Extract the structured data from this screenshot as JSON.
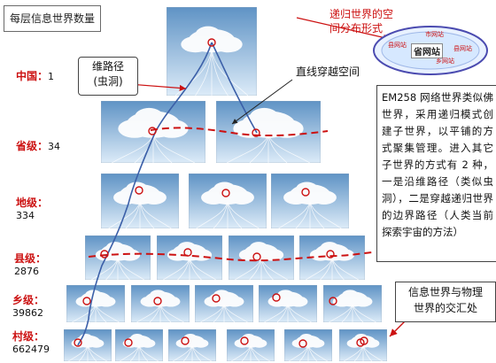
{
  "title": "每层信息世界数量",
  "levels": [
    {
      "name": "中国：",
      "count": "1"
    },
    {
      "name": "省级：",
      "count": "34"
    },
    {
      "name": "地级：",
      "count": "334"
    },
    {
      "name": "县级：",
      "count": "2876"
    },
    {
      "name": "乡级：",
      "count": "39862"
    },
    {
      "name": "村级：",
      "count": "662479"
    }
  ],
  "callout_wormhole": [
    "维路径",
    "(虫洞)"
  ],
  "label_direct": "直线穿越空间",
  "label_recursive": [
    "递归世界的空",
    "间分布形式"
  ],
  "network": {
    "center": "省网站",
    "nodes": [
      "市网站",
      "县网站",
      "县网站",
      "乡网站"
    ]
  },
  "description": "EM258 网络世界类似佛世界，采用递归模式创建子世界，以平铺的方式聚集管理。进入其它子世界的方式有 2 种，一是沿维路径（类似虫洞），二是穿越递归世界的边界路径（人类当前探索宇宙的方法）",
  "callout_intersection": [
    "信息世界与物理",
    "世界的交汇处"
  ],
  "colors": {
    "label_red": "#cc1111",
    "path_red": "#cc1111",
    "wormhole_blue": "#3b5fa8",
    "sky_top": "#5f93c5",
    "sky_bottom": "#dcebf8"
  }
}
